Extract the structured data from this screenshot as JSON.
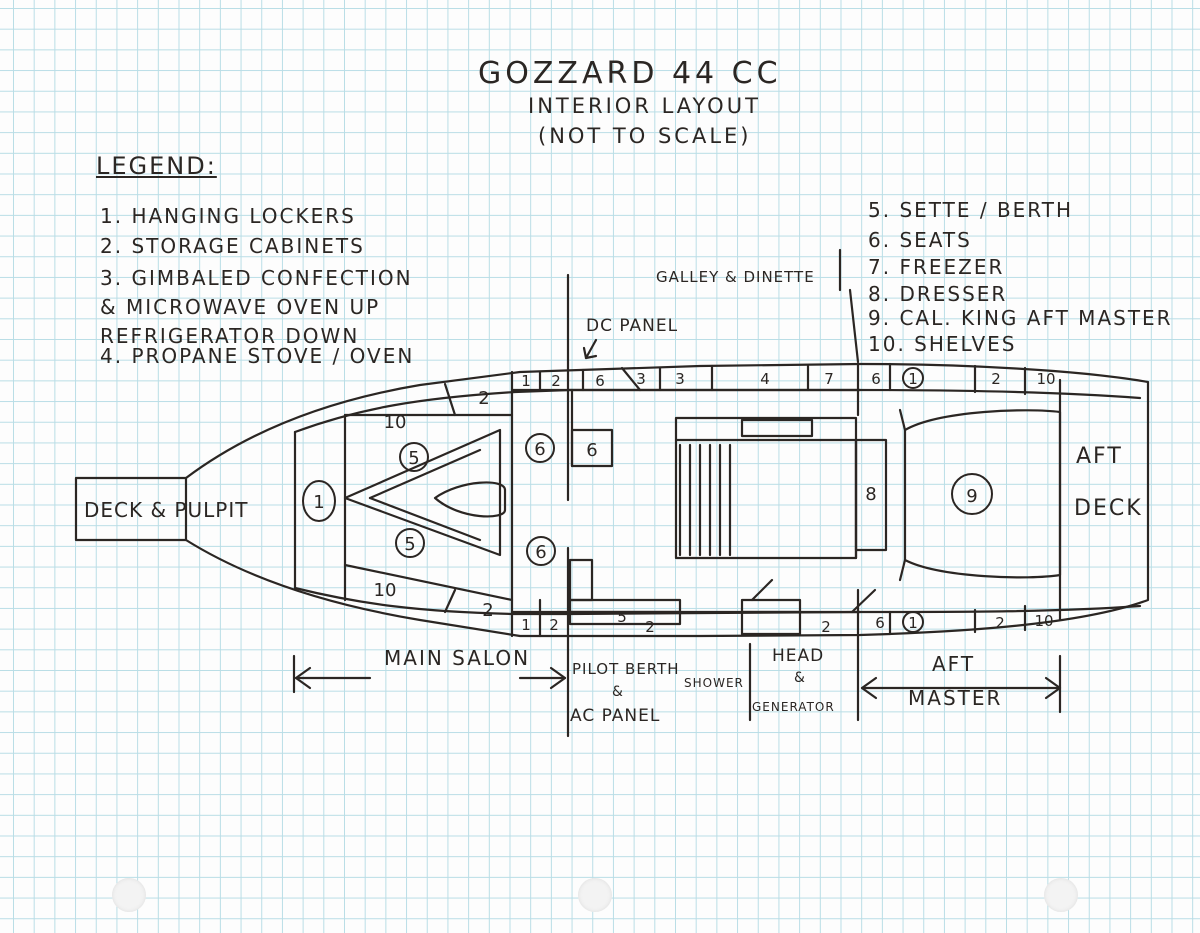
{
  "title": "GOZZARD 44 CC",
  "subtitle": "INTERIOR LAYOUT",
  "note": "(NOT TO SCALE)",
  "legend": {
    "heading": "LEGEND:",
    "items": [
      "1. HANGING LOCKERS",
      "2. STORAGE CABINETS",
      "3. GIMBALED CONFECTION & MICROWAVE OVEN UP REFRIGERATOR DOWN",
      "4. PROPANE STOVE / OVEN",
      "5. SETTE / BERTH",
      "6. SEATS",
      "7. FREEZER",
      "8. DRESSER",
      "9. CAL. KING AFT MASTER",
      "10. SHELVES"
    ]
  },
  "callouts": {
    "galley": "GALLEY & DINETTE",
    "dc_panel": "DC PANEL",
    "deck_pulpit": "DECK & PULPIT",
    "aft_deck_1": "AFT",
    "aft_deck_2": "DECK"
  },
  "zones": {
    "main_salon": "MAIN SALON",
    "pilot_berth": "PILOT BERTH",
    "amp": "&",
    "ac_panel": "AC PANEL",
    "shower": "SHOWER",
    "head": "HEAD",
    "head_amp": "&",
    "generator": "GENERATOR",
    "aft_master_1": "AFT",
    "aft_master_2": "MASTER"
  },
  "compartment_numbers": {
    "fwd_shelves_top": "10",
    "fwd_cab_top": "2",
    "fwd_berth_top": "5",
    "fwd_berth_bottom": "5",
    "fwd_shelves_bottom": "10",
    "fwd_cab_bottom": "2",
    "bow_locker": "1",
    "salon_seat_top": "6",
    "salon_seat_bottom": "6",
    "top_1": "1",
    "top_2a": "2",
    "top_6a": "6",
    "top_3a": "3",
    "top_3b": "3",
    "top_4": "4",
    "top_7": "7",
    "top_6b": "6",
    "top_1b": "1",
    "top_2b": "2",
    "top_10": "10",
    "seat_box_6": "6",
    "dresser_8": "8",
    "king_9": "9",
    "bot_1": "1",
    "bot_2": "2",
    "bot_5": "5",
    "bot_2b": "2",
    "bot_2c": "2",
    "bot_6": "6",
    "bot_1b": "1",
    "bot_2d": "2",
    "bot_10": "10"
  },
  "colors": {
    "ink": "#2b2623",
    "grid": "#b9dde6",
    "paper": "#fdfdfd"
  }
}
